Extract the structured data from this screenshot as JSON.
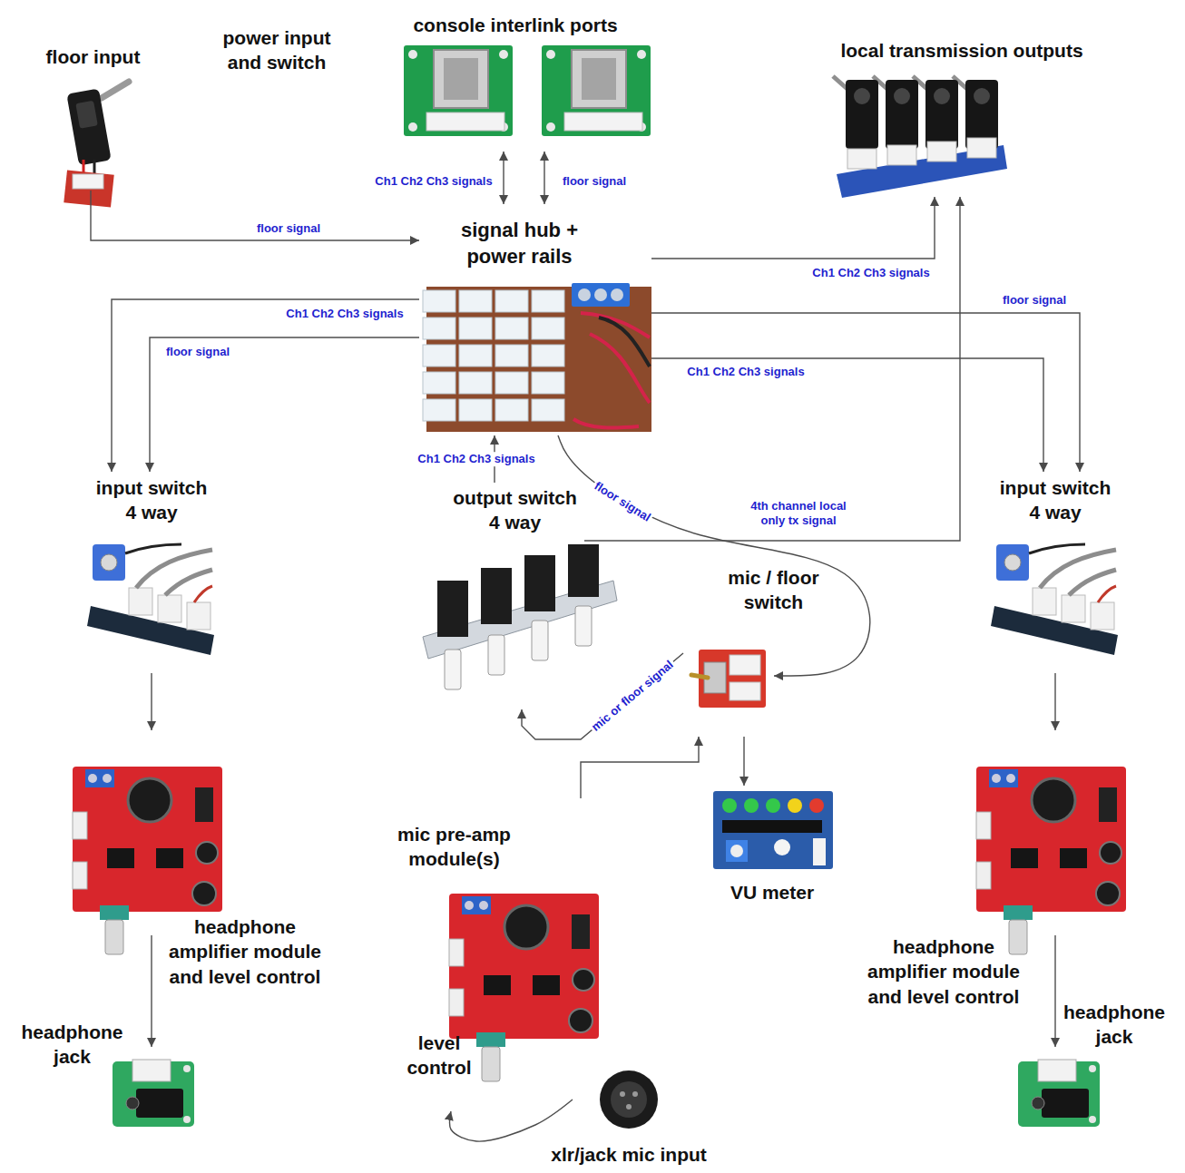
{
  "diagram": {
    "nodes": [
      {
        "text": [
          "floor input"
        ]
      },
      {
        "text": [
          "console interlink ports"
        ]
      },
      {
        "text": [
          "local transmission outputs"
        ]
      },
      {
        "text": [
          "signal hub + power rails"
        ]
      },
      {
        "text": [
          "input switch 4 way"
        ]
      },
      {
        "text": [
          "output switch 4 way"
        ]
      },
      {
        "text": [
          "mic / floor switch"
        ]
      },
      {
        "text": [
          "input switch 4 way"
        ]
      },
      {
        "text": [
          "headphone amplifier module and level control"
        ]
      },
      {
        "text": [
          "VU meter"
        ]
      },
      {
        "text": [
          "mic pre-amp module(s)",
          "level control"
        ]
      },
      {
        "text": [
          "headphone amplifier module and level control"
        ]
      },
      {
        "text": [
          "headphone jack"
        ]
      },
      {
        "text": [
          "xlr/jack mic input"
        ]
      },
      {
        "text": [
          "headphone jack"
        ]
      }
    ],
    "edges": [
      {
        "from": 0,
        "to": 3,
        "arrow": "to",
        "label": "floor signal"
      },
      {
        "from": 3,
        "to": 1,
        "arrow": "both",
        "label": "Ch1 Ch2 Ch3 signals"
      },
      {
        "from": 3,
        "to": 1,
        "arrow": "both",
        "label": "floor signal"
      },
      {
        "from": 3,
        "to": 2,
        "arrow": "to",
        "label": "Ch1 Ch2 Ch3 signals"
      },
      {
        "from": 3,
        "to": 4,
        "arrow": "to",
        "label": "Ch1 Ch2 Ch3 signals"
      },
      {
        "from": 3,
        "to": 4,
        "arrow": "to",
        "label": "floor signal"
      },
      {
        "from": 3,
        "to": 7,
        "arrow": "to",
        "label": "floor signal"
      },
      {
        "from": 3,
        "to": 7,
        "arrow": "to",
        "label": "Ch1 Ch2 Ch3 signals"
      },
      {
        "from": 5,
        "to": 3,
        "arrow": "to",
        "label": "Ch1 Ch2 Ch3 signals"
      },
      {
        "from": 3,
        "to": 6,
        "arrow": "to",
        "label": "floor signal"
      },
      {
        "from": 5,
        "to": 2,
        "arrow": "to",
        "label": "4th channel local only tx signal"
      },
      {
        "from": 6,
        "to": 5,
        "arrow": "to",
        "label": "mic or floor signal"
      },
      {
        "from": 6,
        "to": 9,
        "arrow": "to"
      },
      {
        "from": 10,
        "to": 6,
        "arrow": "to"
      },
      {
        "from": 13,
        "to": 10,
        "arrow": "to"
      },
      {
        "from": 4,
        "to": 8,
        "arrow": "to"
      },
      {
        "from": 8,
        "to": 12,
        "arrow": "to"
      },
      {
        "from": 7,
        "to": 11,
        "arrow": "to"
      },
      {
        "from": 11,
        "to": 14,
        "arrow": "to"
      }
    ],
    "labels": [
      "power input and switch"
    ]
  }
}
